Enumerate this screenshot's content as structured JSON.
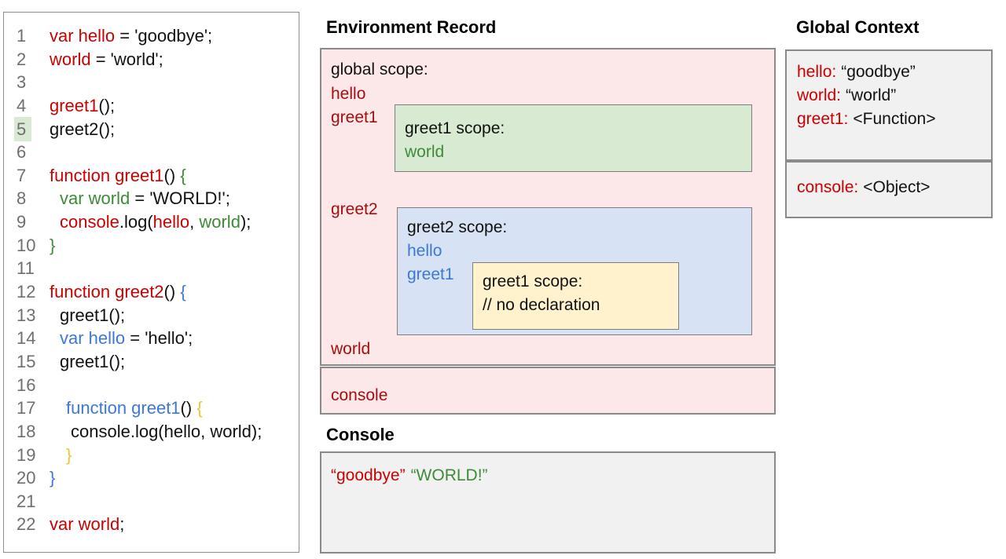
{
  "palette": {
    "code_red": "#cc0000",
    "diagram_red": "#a50e0e",
    "green": "#3d8b37",
    "blue": "#3c78d8",
    "yellow": "#f1c232",
    "pink_bg": "#fce8e8",
    "green_bg": "#d9ead3",
    "blue_bg": "#d7e3f5",
    "yellow_bg": "#fff2cc",
    "gray_bg": "#f1f1f1",
    "line_number_gray": "#6f6f6f",
    "line_highlight": "#d9ead3"
  },
  "code": {
    "highlighted_line": 5,
    "lines": [
      {
        "n": "1",
        "ind": 0,
        "seg": [
          [
            "var hello",
            "r"
          ],
          [
            " = 'goodbye';",
            "k"
          ]
        ]
      },
      {
        "n": "2",
        "ind": 0,
        "seg": [
          [
            "world",
            "r"
          ],
          [
            " = 'world';",
            "k"
          ]
        ]
      },
      {
        "n": "3",
        "ind": 0,
        "seg": []
      },
      {
        "n": "4",
        "ind": 0,
        "seg": [
          [
            "greet1",
            "r"
          ],
          [
            "();",
            "k"
          ]
        ]
      },
      {
        "n": "5",
        "ind": 0,
        "hl": true,
        "seg": [
          [
            "greet2();",
            "k"
          ]
        ]
      },
      {
        "n": "6",
        "ind": 0,
        "seg": []
      },
      {
        "n": "7",
        "ind": 0,
        "seg": [
          [
            "function greet1",
            "r"
          ],
          [
            "() ",
            "k"
          ],
          [
            "{",
            "g"
          ]
        ]
      },
      {
        "n": "8",
        "ind": 13,
        "seg": [
          [
            "var world",
            "g"
          ],
          [
            " = 'WORLD!';",
            "k"
          ]
        ]
      },
      {
        "n": "9",
        "ind": 13,
        "seg": [
          [
            "console",
            "r"
          ],
          [
            ".log(",
            "k"
          ],
          [
            "hello",
            "r"
          ],
          [
            ", ",
            "k"
          ],
          [
            "world",
            "g"
          ],
          [
            ");",
            "k"
          ]
        ]
      },
      {
        "n": "10",
        "ind": 0,
        "seg": [
          [
            "}",
            "g"
          ]
        ]
      },
      {
        "n": "11",
        "ind": 0,
        "seg": []
      },
      {
        "n": "12",
        "ind": 0,
        "seg": [
          [
            "function greet2",
            "r"
          ],
          [
            "() ",
            "k"
          ],
          [
            "{",
            "b"
          ]
        ]
      },
      {
        "n": "13",
        "ind": 13,
        "seg": [
          [
            "greet1();",
            "k"
          ]
        ]
      },
      {
        "n": "14",
        "ind": 13,
        "seg": [
          [
            "var hello",
            "b"
          ],
          [
            " = 'hello';",
            "k"
          ]
        ]
      },
      {
        "n": "15",
        "ind": 13,
        "seg": [
          [
            "greet1();",
            "k"
          ]
        ]
      },
      {
        "n": "16",
        "ind": 0,
        "seg": []
      },
      {
        "n": "17",
        "ind": 21,
        "seg": [
          [
            "function greet1",
            "b"
          ],
          [
            "() ",
            "k"
          ],
          [
            "{",
            "y"
          ]
        ]
      },
      {
        "n": "18",
        "ind": 27,
        "seg": [
          [
            "console.log(hello, world);",
            "k"
          ]
        ]
      },
      {
        "n": "19",
        "ind": 21,
        "seg": [
          [
            "}",
            "y"
          ]
        ]
      },
      {
        "n": "20",
        "ind": 0,
        "seg": [
          [
            "}",
            "b"
          ]
        ]
      },
      {
        "n": "21",
        "ind": 0,
        "seg": []
      },
      {
        "n": "22",
        "ind": 0,
        "seg": [
          [
            "var world",
            "r"
          ],
          [
            ";",
            "k"
          ]
        ]
      }
    ]
  },
  "environment_record": {
    "title": "Environment Record",
    "global_box": {
      "label": "global scope:",
      "members_top": [
        "hello",
        "greet1"
      ],
      "member_mid": "greet2",
      "member_bottom": "world"
    },
    "greet1_box": {
      "label": "greet1 scope:",
      "members": [
        "world"
      ]
    },
    "greet2_box": {
      "label": "greet2 scope:",
      "members": [
        "hello",
        "greet1"
      ]
    },
    "inner_greet1_box": {
      "label": "greet1 scope:",
      "comment": "// no declaration"
    },
    "console_box": {
      "label": "console"
    }
  },
  "console_panel": {
    "title": "Console",
    "entries": [
      {
        "t": "“goodbye”",
        "c": "r"
      },
      {
        "t": "“WORLD!”",
        "c": "g"
      }
    ]
  },
  "global_context": {
    "title": "Global Context",
    "section1": [
      {
        "name": "hello:",
        "value": "“goodbye”"
      },
      {
        "name": "world:",
        "value": "“world”"
      },
      {
        "name": "greet1:",
        "value": "<Function>"
      }
    ],
    "section2": [
      {
        "name": "console:",
        "value": "<Object>"
      }
    ]
  }
}
